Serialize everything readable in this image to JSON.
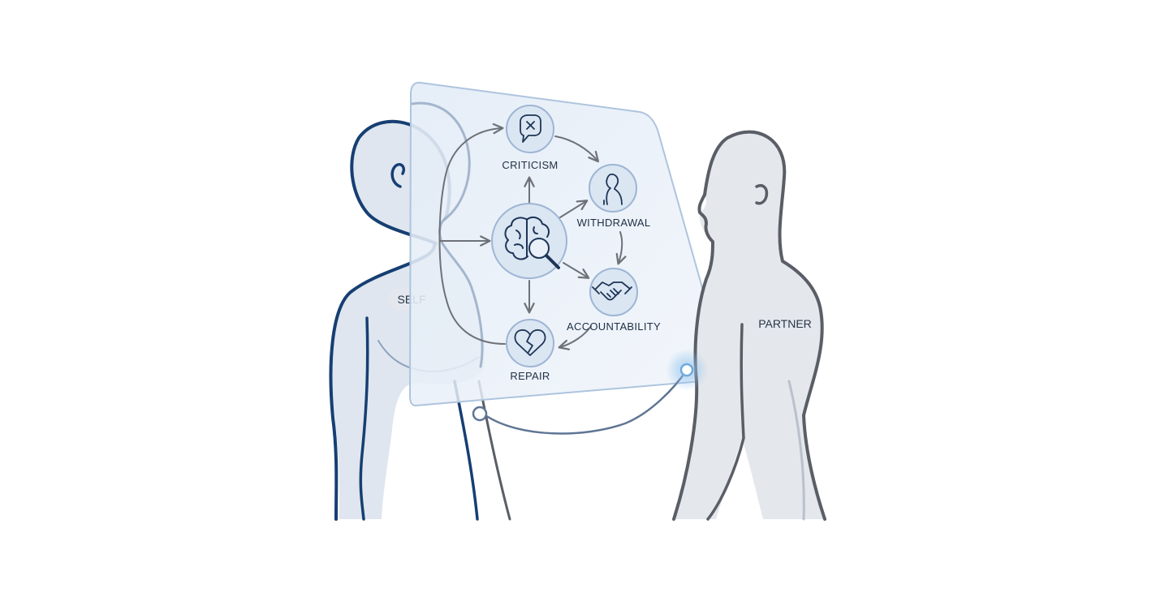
{
  "people": {
    "self_label": "SELF",
    "partner_label": "PARTNER"
  },
  "cycle": {
    "nodes": [
      {
        "id": "criticism",
        "label": "CRITICISM",
        "icon": "speech-bubble-x-icon"
      },
      {
        "id": "withdrawal",
        "label": "WITHDRAWAL",
        "icon": "person-turned-away-icon"
      },
      {
        "id": "accountability",
        "label": "ACCOUNTABILITY",
        "icon": "handshake-icon"
      },
      {
        "id": "repair",
        "label": "REPAIR",
        "icon": "broken-heart-icon"
      }
    ],
    "center_icon": "brain-magnifier-icon"
  },
  "colors": {
    "self_outline": "#163f73",
    "self_fill": "#dfe6ef",
    "partner_outline": "#5a5e66",
    "partner_fill": "#e4e7ec",
    "panel_fill": "#e6eef8",
    "panel_stroke": "#aec4de",
    "node_fill": "#dbe6f3",
    "node_stroke": "#9db5d3",
    "arrow": "#6e7278",
    "icon": "#1d3556",
    "glow": "#8fc3ee"
  }
}
